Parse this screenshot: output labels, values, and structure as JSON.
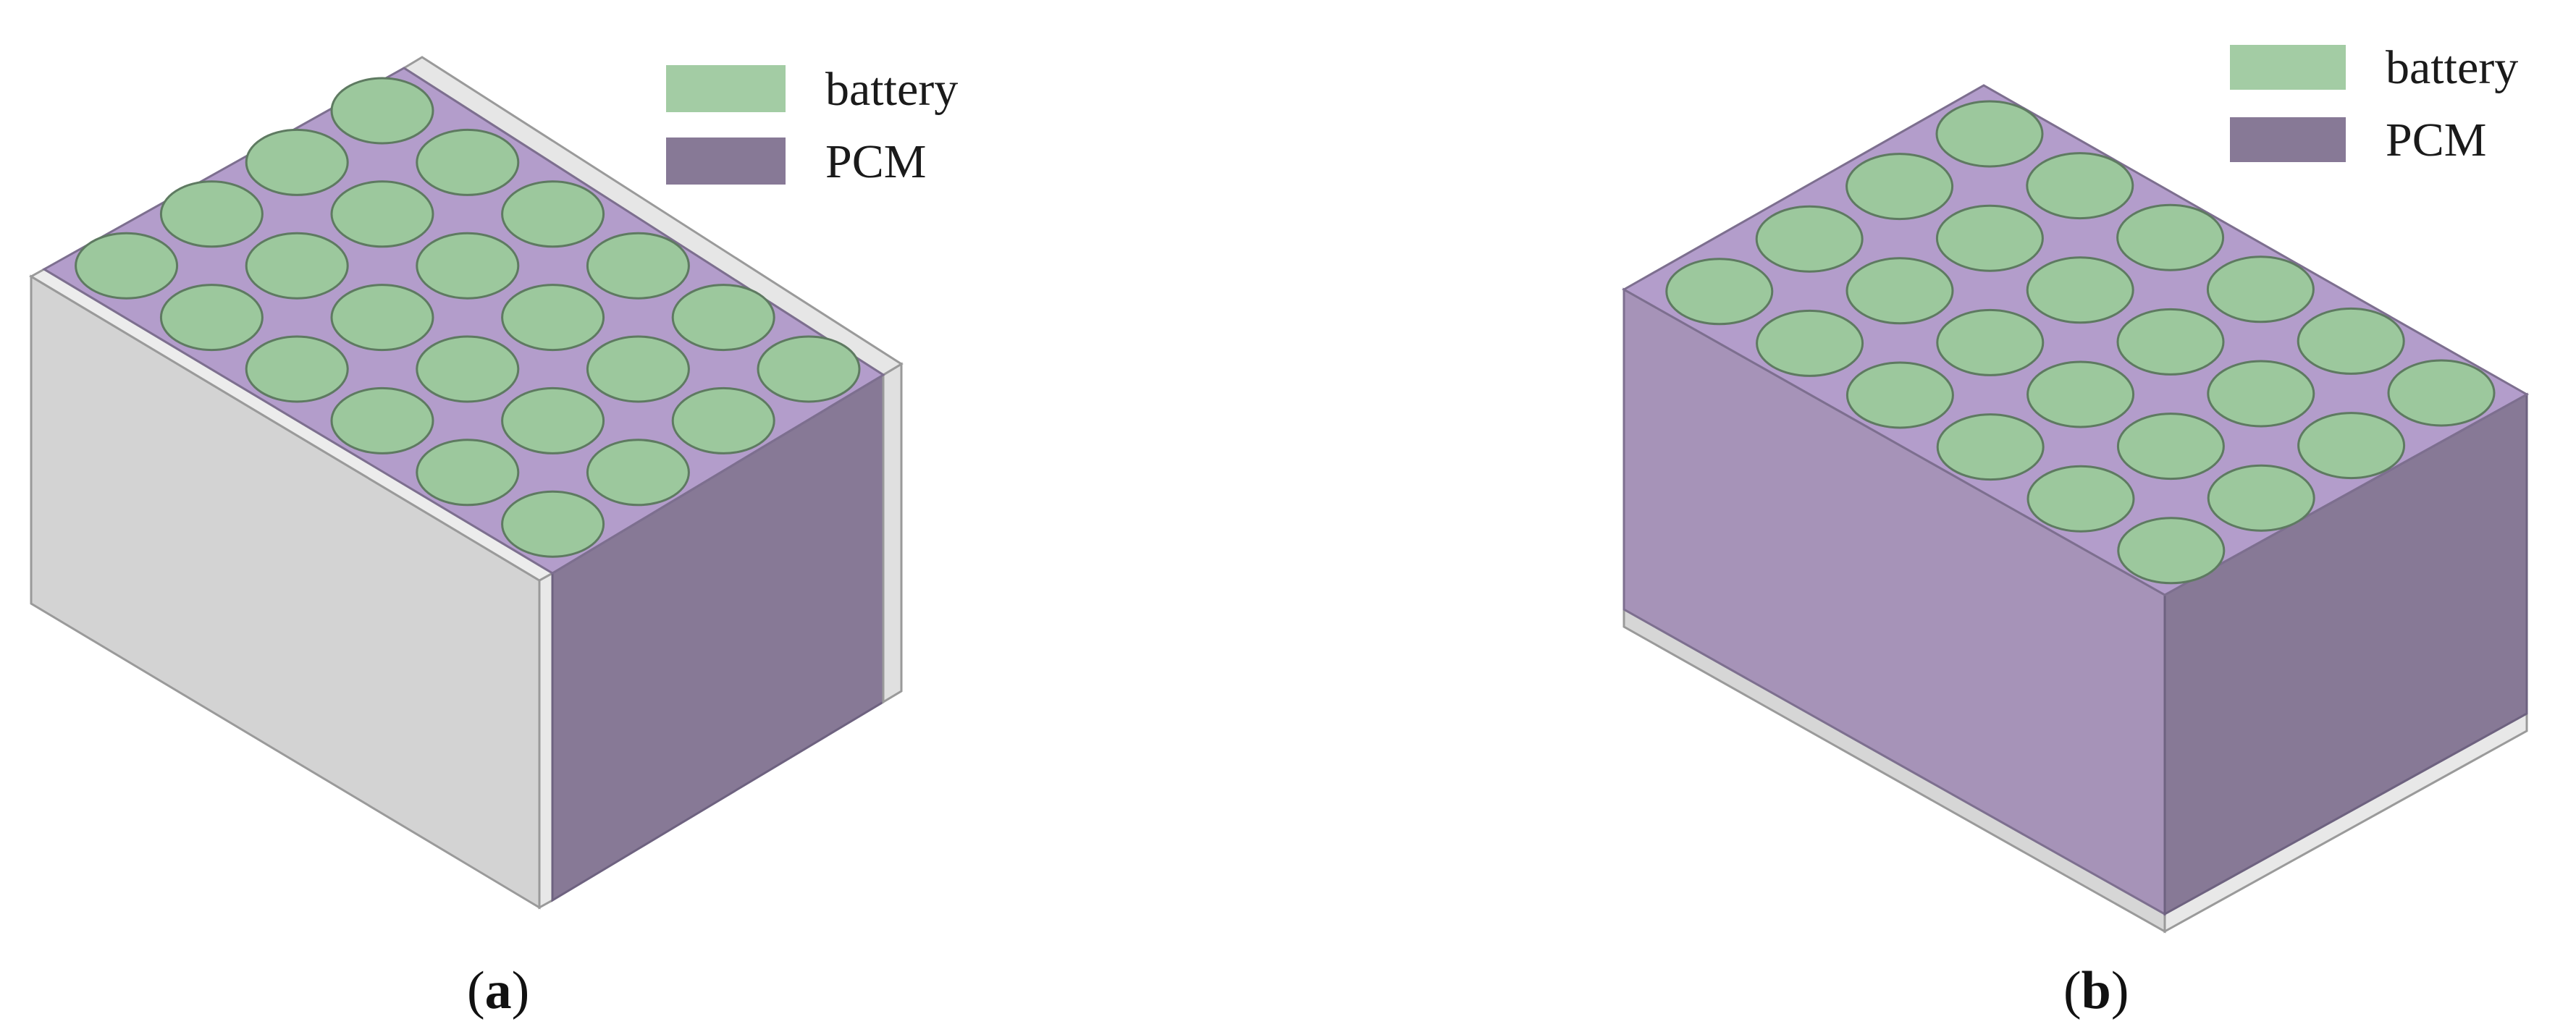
{
  "legend": {
    "battery_label": "battery",
    "pcm_label": "PCM"
  },
  "captions": {
    "a": {
      "open": "(",
      "letter": "a",
      "close": ")"
    },
    "b": {
      "open": "(",
      "letter": "b",
      "close": ")"
    }
  },
  "colors": {
    "battery": "#9cc89d",
    "battery_outline": "#5e7a61",
    "pcm_top": "#b39dcb",
    "pcm_front": "#a693b8",
    "pcm_side": "#877996",
    "plate_face": "#d3d3d3",
    "plate_edge": "#e8e8e8",
    "plate_outline": "#9a9a9a",
    "legend_battery": "#a3cca4",
    "legend_pcm": "#877996"
  },
  "modules": {
    "a": {
      "battery_rows": 4,
      "battery_cols": 6,
      "plates": "front-and-right"
    },
    "b": {
      "battery_rows": 4,
      "battery_cols": 6,
      "plates": "bottom"
    }
  }
}
